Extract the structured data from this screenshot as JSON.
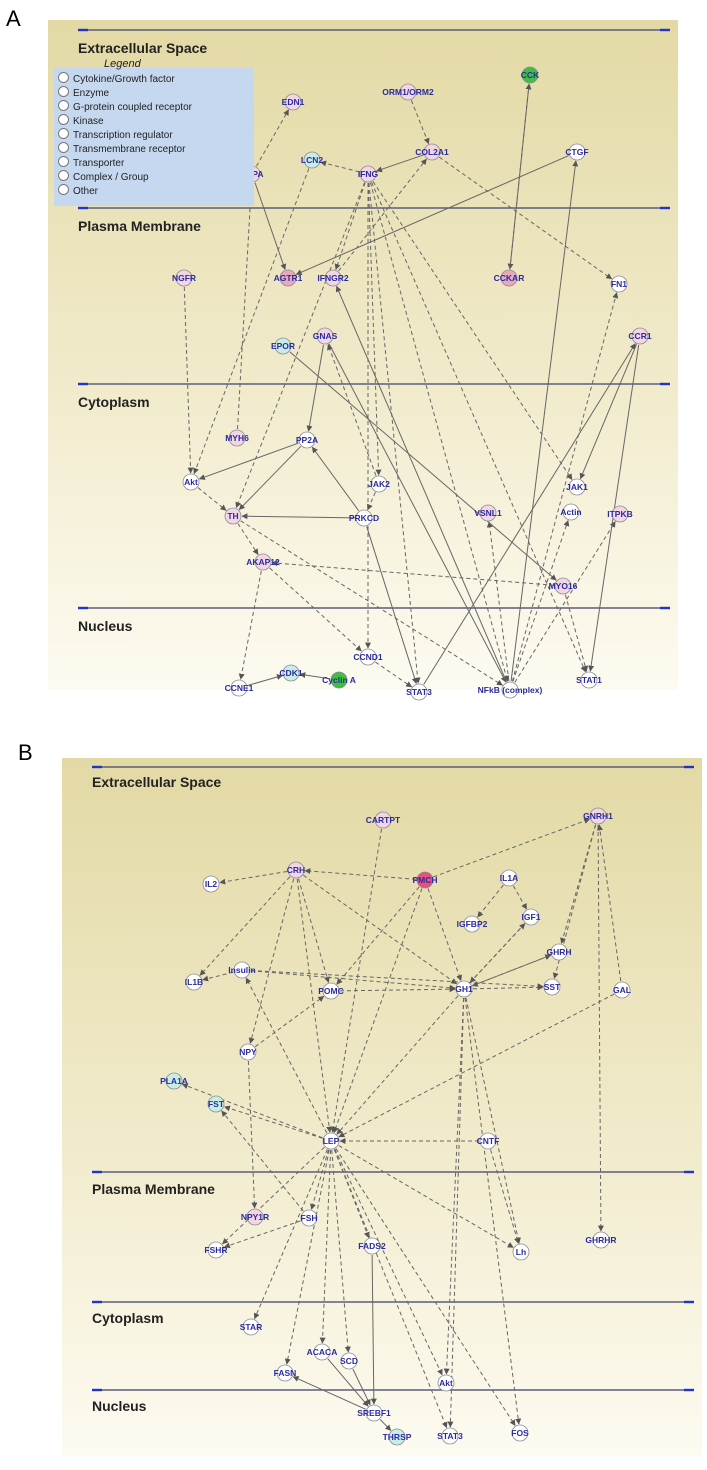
{
  "panels": [
    {
      "letter": "A",
      "compartments": [
        "Extracellular Space",
        "Plasma Membrane",
        "Cytoplasm",
        "Nucleus"
      ],
      "legend": {
        "title": "Legend",
        "items": [
          "Cytokine/Growth factor",
          "Enzyme",
          "G-protein coupled receptor",
          "Kinase",
          "Transcription regulator",
          "Transmembrane receptor",
          "Transporter",
          "Complex / Group",
          "Other"
        ]
      },
      "nodes": [
        "EDN1",
        "ORM1/ORM2",
        "CCK",
        "LCN2",
        "COL2A1",
        "NPPA",
        "IFNG",
        "CTGF",
        "NGFR",
        "AGTR1",
        "IFNGR2",
        "CCKAR",
        "FN1",
        "EPOR",
        "GNAS",
        "CCR1",
        "MYH6",
        "PP2A",
        "Akt",
        "JAK2",
        "JAK1",
        "TH",
        "PRKCD",
        "VSNL1",
        "Actin",
        "ITPKB",
        "AKAP12",
        "MYO16",
        "CCND1",
        "CDK1",
        "Cyclin A",
        "CCNE1",
        "STAT3",
        "NFkB (complex)",
        "STAT1"
      ]
    },
    {
      "letter": "B",
      "compartments": [
        "Extracellular Space",
        "Plasma Membrane",
        "Cytoplasm",
        "Nucleus"
      ],
      "nodes": [
        "CARTPT",
        "GNRH1",
        "IL2",
        "CRH",
        "PMCH",
        "IL1A",
        "IGFBP2",
        "IGF1",
        "GHRH",
        "IL1B",
        "Insulin",
        "POMC",
        "GH1",
        "SST",
        "GAL",
        "NPY",
        "PLA1A",
        "FST",
        "LEP",
        "CNTF",
        "NPY1R",
        "FSH",
        "FSHR",
        "Lh",
        "GHRHR",
        "FADS2",
        "STAR",
        "ACACA",
        "SCD",
        "Akt",
        "FASN",
        "SREBF1",
        "THRSP",
        "STAT3",
        "FOS"
      ]
    }
  ]
}
